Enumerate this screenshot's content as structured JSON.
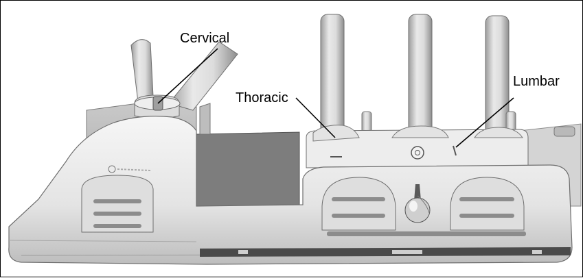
{
  "labels": {
    "cervical": "Cervical",
    "thoracic": "Thoracic",
    "lumbar": "Lumbar"
  },
  "colors": {
    "border": "#000000",
    "device_light": "#ececec",
    "device_mid": "#d2d2d2",
    "device_shadow": "#9a9a9a",
    "device_dark": "#5a5a5a",
    "leader_line": "#000000"
  }
}
